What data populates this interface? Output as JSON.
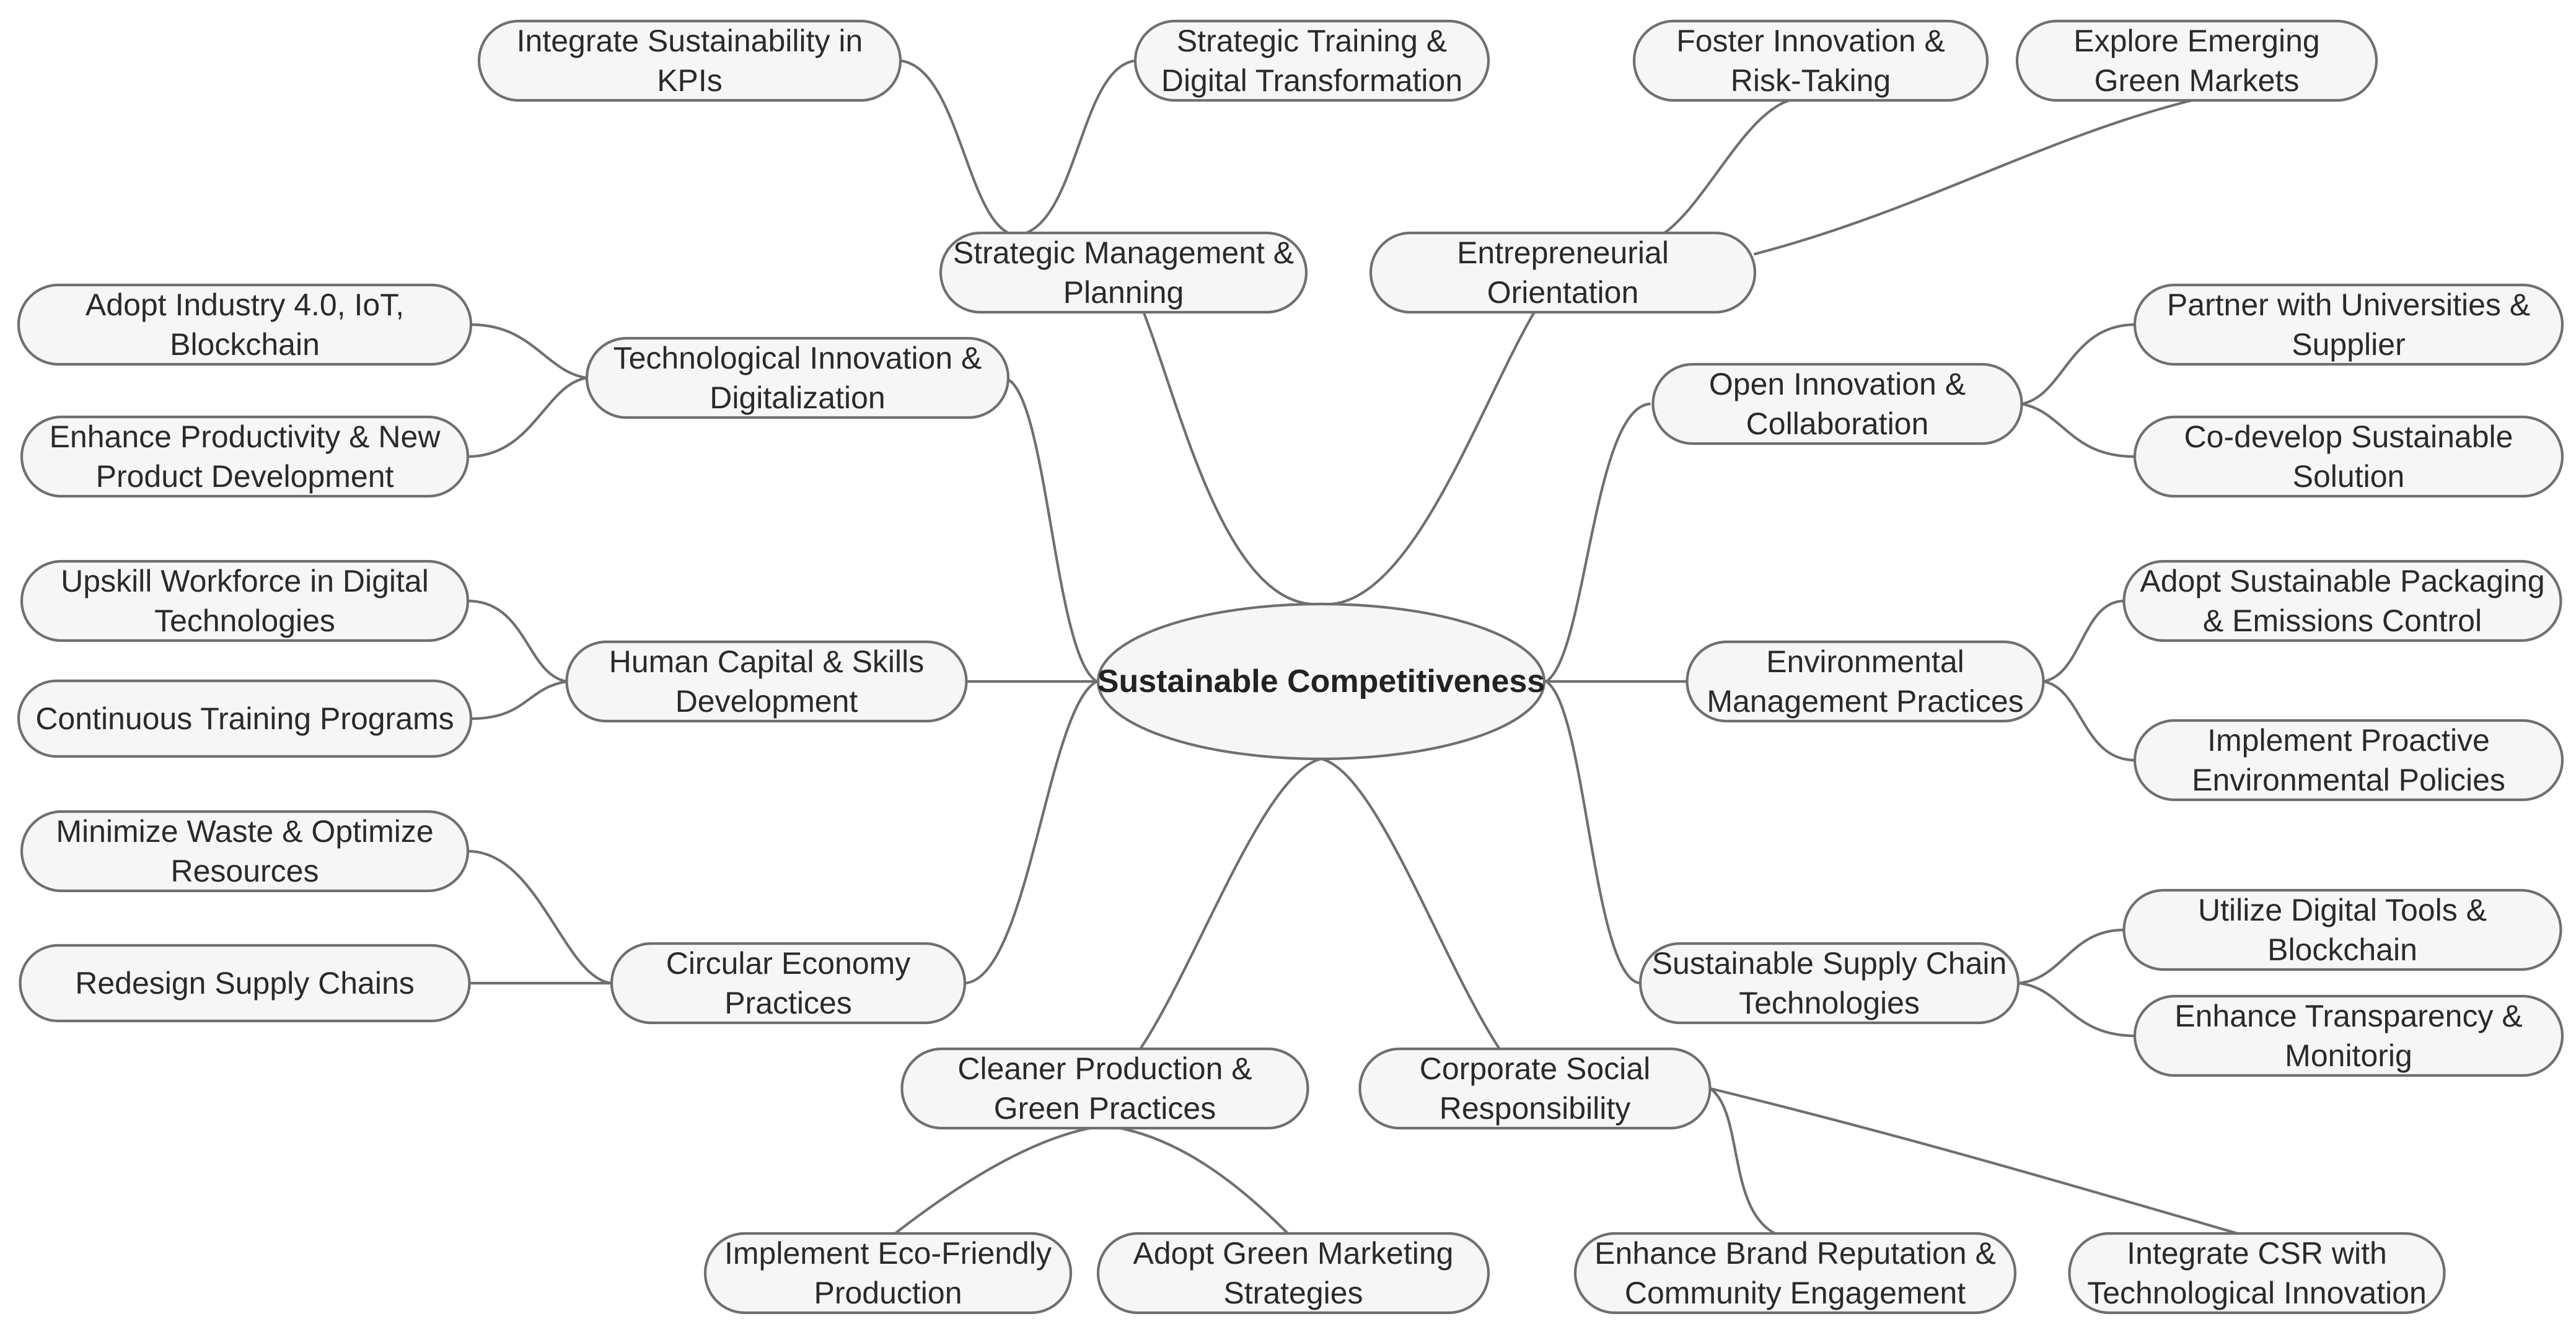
{
  "root": {
    "label": "Sustainable Competitiveness"
  },
  "branches": [
    {
      "label": "Strategic Management & Planning",
      "children": [
        {
          "label": "Integrate Sustainability in KPIs"
        },
        {
          "label": "Strategic Training & Digital Transformation"
        }
      ]
    },
    {
      "label": "Entrepreneurial Orientation",
      "children": [
        {
          "label": "Foster Innovation & Risk-Taking"
        },
        {
          "label": "Explore Emerging Green Markets"
        }
      ]
    },
    {
      "label": "Technological Innovation & Digitalization",
      "children": [
        {
          "label": "Adopt Industry 4.0, IoT, Blockchain"
        },
        {
          "label": "Enhance Productivity & New Product Development"
        }
      ]
    },
    {
      "label": "Open Innovation & Collaboration",
      "children": [
        {
          "label": "Partner with Universities & Supplier"
        },
        {
          "label": "Co-develop Sustainable Solution"
        }
      ]
    },
    {
      "label": "Human Capital & Skills Development",
      "children": [
        {
          "label": "Upskill Workforce in Digital Technologies"
        },
        {
          "label": "Continuous Training Programs"
        }
      ]
    },
    {
      "label": "Environmental Management Practices",
      "children": [
        {
          "label": "Adopt Sustainable Packaging & Emissions Control"
        },
        {
          "label": "Implement Proactive Environmental Policies"
        }
      ]
    },
    {
      "label": "Circular Economy Practices",
      "children": [
        {
          "label": "Minimize Waste & Optimize Resources"
        },
        {
          "label": "Redesign Supply Chains"
        }
      ]
    },
    {
      "label": "Sustainable Supply Chain Technologies",
      "children": [
        {
          "label": "Utilize Digital Tools & Blockchain"
        },
        {
          "label": "Enhance Transparency & Monitorig"
        }
      ]
    },
    {
      "label": "Cleaner Production & Green Practices",
      "children": [
        {
          "label": "Implement Eco-Friendly Production"
        },
        {
          "label": "Adopt Green Marketing Strategies"
        }
      ]
    },
    {
      "label": "Corporate Social Responsibility",
      "children": [
        {
          "label": "Enhance Brand Reputation & Community Engagement"
        },
        {
          "label": "Integrate CSR with Technological Innovation"
        }
      ]
    }
  ]
}
